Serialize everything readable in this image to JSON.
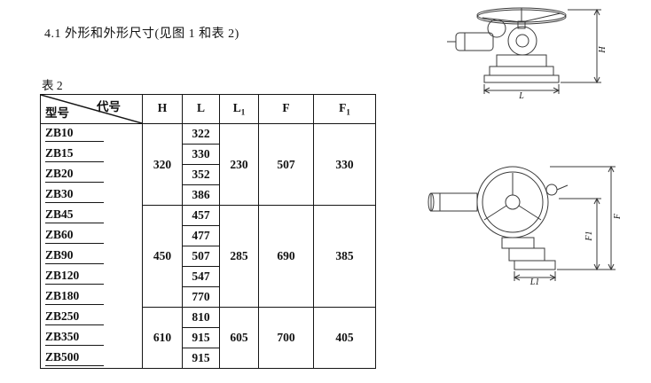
{
  "page": {
    "heading": "4.1 外形和外形尺寸(见图 1 和表 2)",
    "table_label": "表 2"
  },
  "table": {
    "corner": {
      "top_right": "代号",
      "bottom_left": "型号"
    },
    "columns": [
      {
        "base": "H",
        "sub": ""
      },
      {
        "base": "L",
        "sub": ""
      },
      {
        "base": "L",
        "sub": "1"
      },
      {
        "base": "F",
        "sub": ""
      },
      {
        "base": "F",
        "sub": "1"
      }
    ],
    "groups": [
      {
        "H": "320",
        "L1": "230",
        "F": "507",
        "F1": "330",
        "rows": [
          {
            "model": "ZB10",
            "L": "322"
          },
          {
            "model": "ZB15",
            "L": "330"
          },
          {
            "model": "ZB20",
            "L": "352"
          },
          {
            "model": "ZB30",
            "L": "386"
          }
        ]
      },
      {
        "H": "450",
        "L1": "285",
        "F": "690",
        "F1": "385",
        "rows": [
          {
            "model": "ZB45",
            "L": "457"
          },
          {
            "model": "ZB60",
            "L": "477"
          },
          {
            "model": "ZB90",
            "L": "507"
          },
          {
            "model": "ZB120",
            "L": "547"
          },
          {
            "model": "ZB180",
            "L": "770"
          }
        ]
      },
      {
        "H": "610",
        "L1": "605",
        "F": "700",
        "F1": "405",
        "rows": [
          {
            "model": "ZB250",
            "L": "810"
          },
          {
            "model": "ZB350",
            "L": "915"
          },
          {
            "model": "ZB500",
            "L": "915"
          }
        ]
      }
    ]
  },
  "figures": {
    "top": {
      "dim_h": "H",
      "dim_l": "L"
    },
    "bottom": {
      "dim_f": "F",
      "dim_f1": "F1",
      "dim_l1": "L1"
    }
  }
}
